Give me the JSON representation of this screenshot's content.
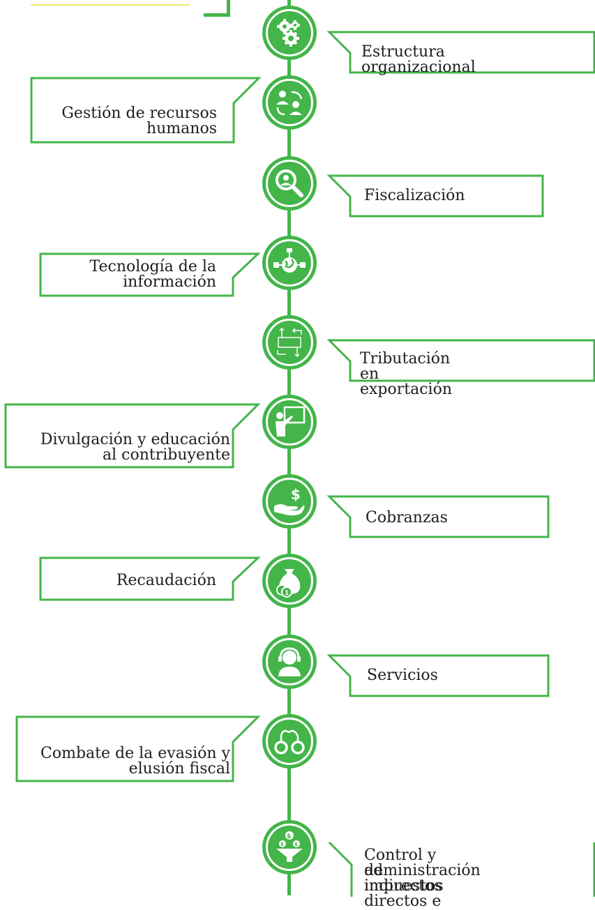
{
  "accent_color": "#43b549",
  "items": [
    {
      "label": "Estructura organizacional",
      "icon": "gears-icon"
    },
    {
      "label": "Gestión de recursos humanos",
      "line1": "Gestión de recursos",
      "line2": "humanos",
      "icon": "people-exchange-icon"
    },
    {
      "label": "Fiscalización",
      "icon": "magnifier-person-icon"
    },
    {
      "label": "Tecnología de la información",
      "line1": "Tecnología de la",
      "line2": "información",
      "icon": "globe-network-icon"
    },
    {
      "label": "Tributación en exportación",
      "icon": "flow-arrows-icon"
    },
    {
      "label": "Divulgación y educación al contribuyente",
      "line1": "Divulgación y educación",
      "line2": "al contribuyente",
      "icon": "teacher-board-icon"
    },
    {
      "label": "Cobranzas",
      "icon": "hand-dollar-icon"
    },
    {
      "label": "Recaudación",
      "icon": "money-bag-icon"
    },
    {
      "label": "Servicios",
      "icon": "headset-agent-icon"
    },
    {
      "label": "Combate de la evasión y elusión fiscal",
      "line1": "Combate de la evasión y",
      "line2": "elusión fiscal",
      "icon": "handcuffs-icon"
    },
    {
      "label": "Control y administración de impuestos directos e indirectos",
      "line1": "Control y administración",
      "line2": "de impuestos directos e",
      "line3": "indirectos",
      "icon": "funnel-coins-icon"
    }
  ]
}
